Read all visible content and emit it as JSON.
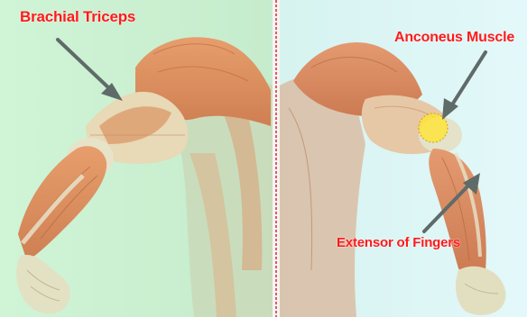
{
  "labels": {
    "left_annotation": "Brachial Triceps",
    "right_top_annotation": "Anconeus Muscle",
    "right_bottom_annotation": "Extensor of Fingers"
  },
  "colors": {
    "label_text": "#ff1a1a",
    "left_bg": "#d3f5d8",
    "right_bg": "#dff6f7",
    "muscle": "#d98a5a",
    "tendon": "#e9ead0",
    "arrow": "#5f6b68",
    "highlight_circle": "#ffe533",
    "divider": "#e35b5b"
  },
  "icons": [
    "arrow-icon",
    "highlight-circle-icon"
  ]
}
